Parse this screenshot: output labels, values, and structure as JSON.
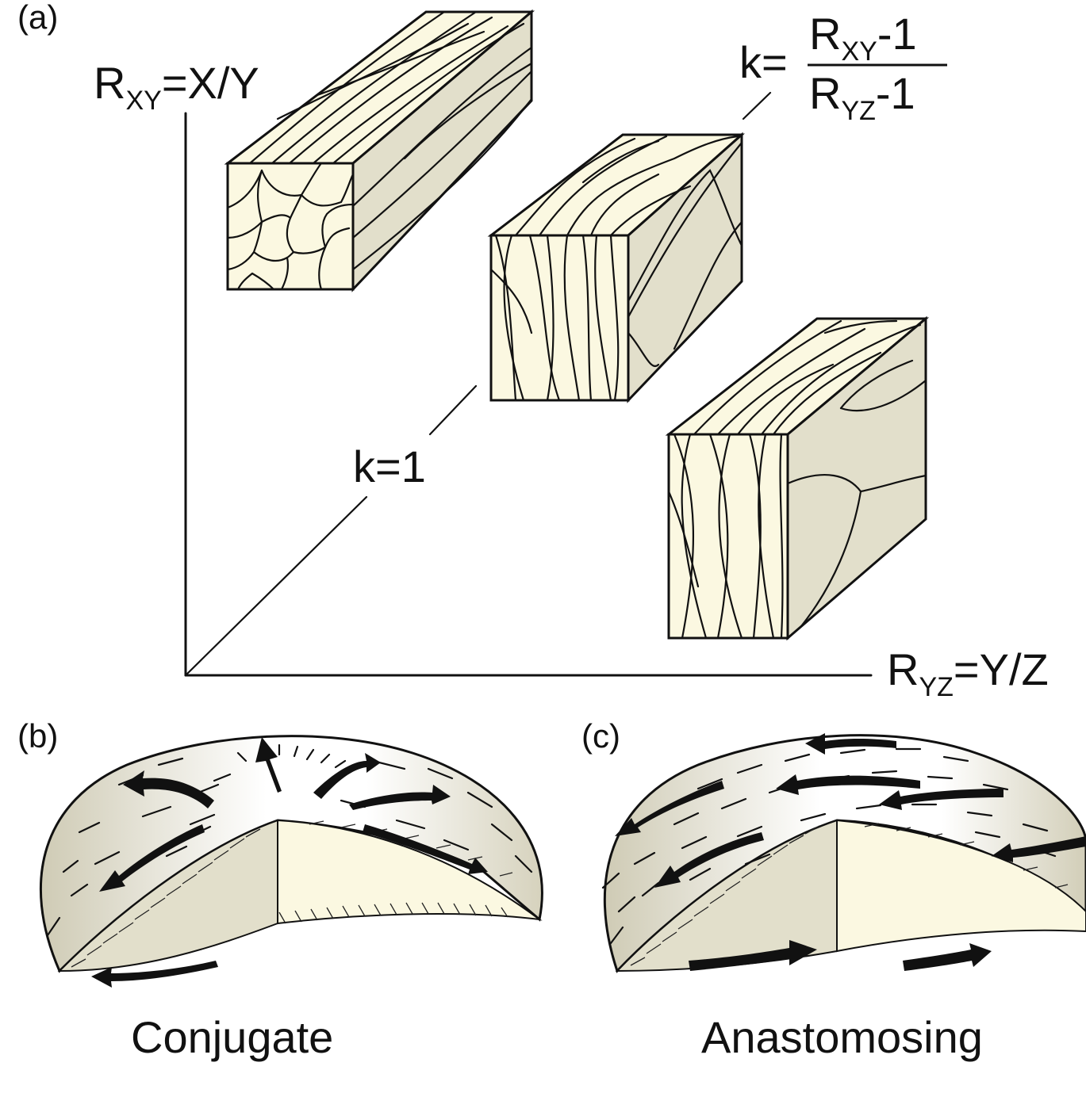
{
  "panel_a": {
    "label": "(a)",
    "axis_y": {
      "main": "R",
      "sub": "XY",
      "rest": "=X/Y"
    },
    "axis_x": {
      "main": "R",
      "sub": "YZ",
      "rest": "=Y/Z"
    },
    "k_eq": "k=",
    "k_num": {
      "main": "R",
      "sub": "XY",
      "rest": "-1"
    },
    "k_den": {
      "main": "R",
      "sub": "YZ",
      "rest": "-1"
    },
    "k_one": "k=1"
  },
  "panel_b": {
    "label": "(b)",
    "caption": "Conjugate"
  },
  "panel_c": {
    "label": "(c)",
    "caption": "Anastomosing"
  },
  "colors": {
    "front_face": "#fbf8e1",
    "side_face": "#e2dfcb",
    "line": "#111111"
  }
}
